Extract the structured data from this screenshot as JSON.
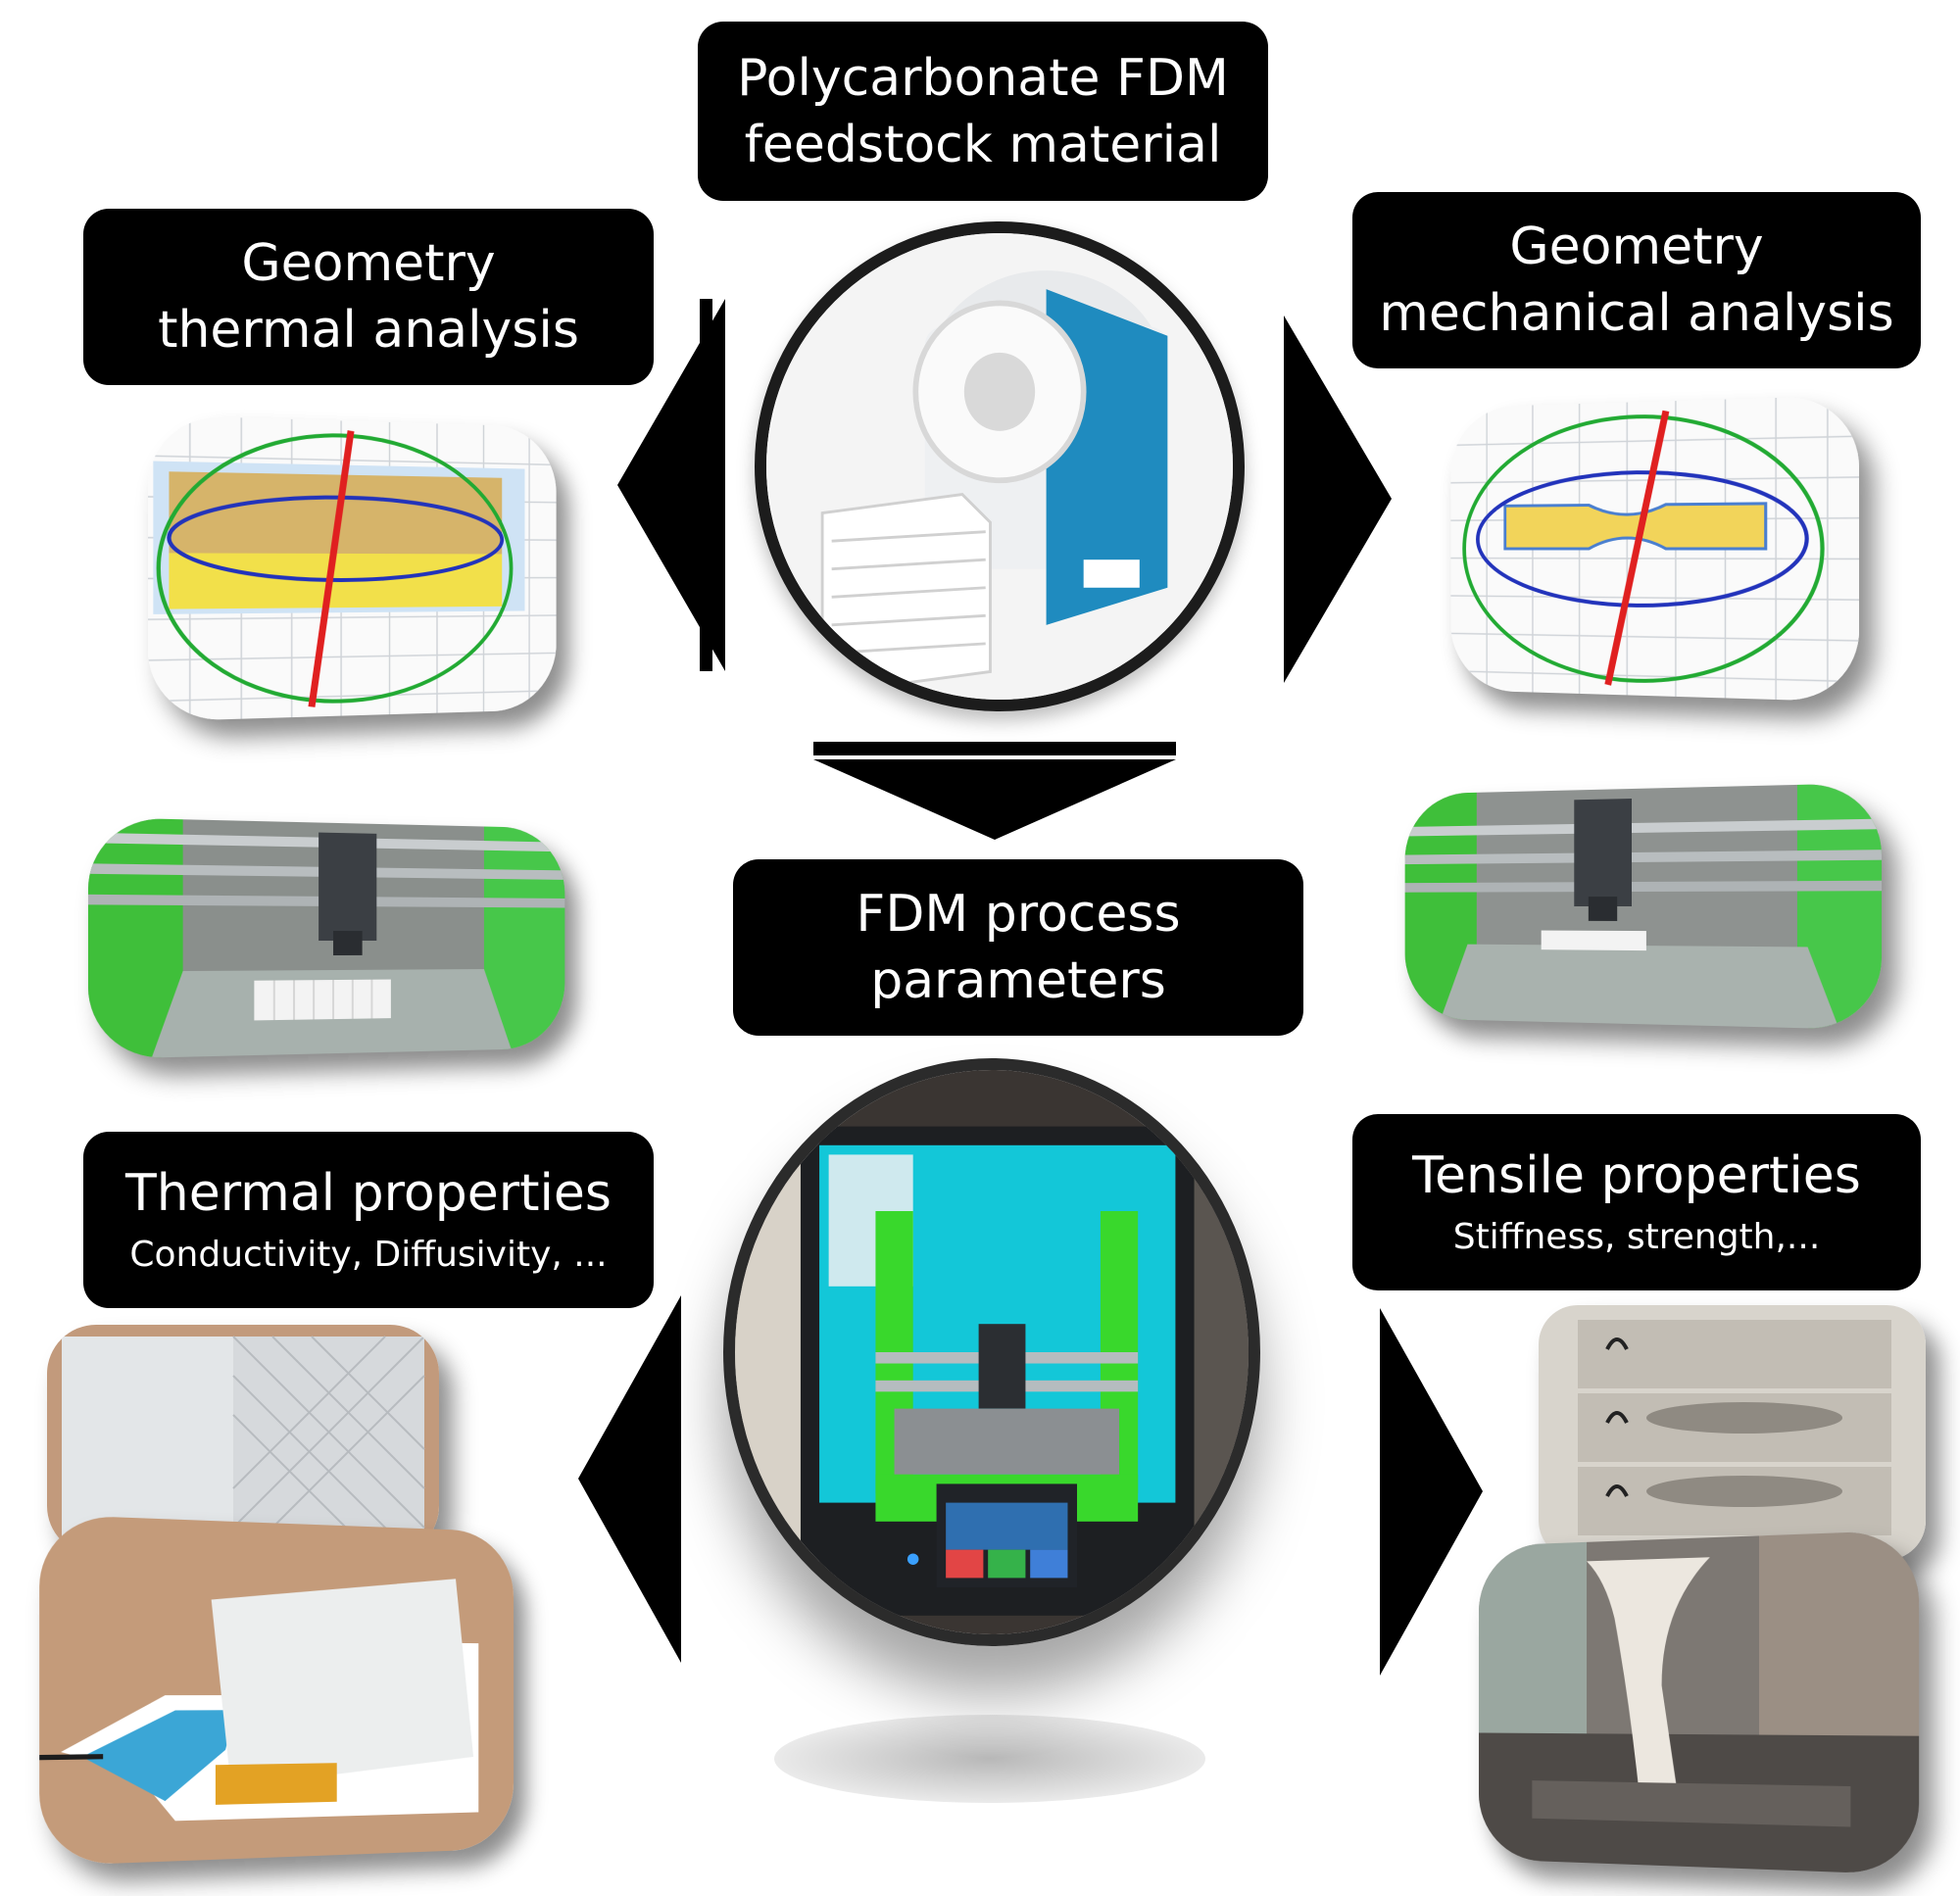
{
  "labels": {
    "feedstock": {
      "line1": "Polycarbonate FDM",
      "line2": "feedstock material"
    },
    "geometry_thermal": {
      "line1": "Geometry",
      "line2": "thermal analysis"
    },
    "geometry_mechanical": {
      "line1": "Geometry",
      "line2": "mechanical analysis"
    },
    "process_parameters": {
      "line1": "FDM process",
      "line2": "parameters"
    },
    "thermal_properties": {
      "title": "Thermal properties",
      "sub": "Conductivity, Diffusivity, ..."
    },
    "tensile_properties": {
      "title": "Tensile  properties",
      "sub": "Stiffness, strength,..."
    }
  },
  "colors": {
    "label_bg": "#000000",
    "label_text": "#ffffff",
    "arrow": "#000000",
    "printer_frame_green": "#39d82c",
    "sample_yellow": "#f2e04a",
    "axis_red": "#e02020",
    "axis_blue": "#2233bb",
    "axis_green": "#22aa33"
  },
  "icons": {
    "filament": "filament-spool-icon",
    "printer": "3d-printer-icon",
    "orientation": "orientation-axes-icon"
  }
}
